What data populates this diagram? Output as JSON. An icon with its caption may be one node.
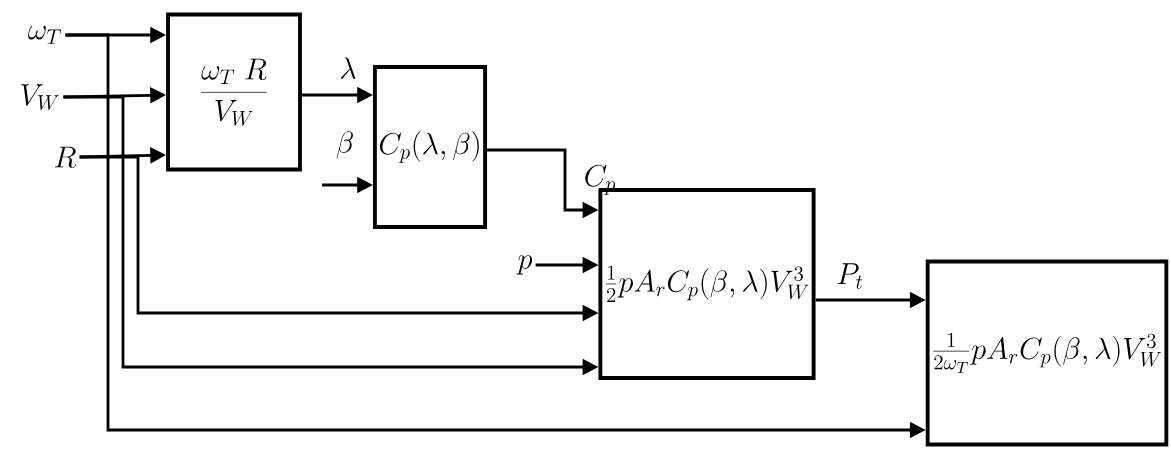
{
  "diagram": {
    "nodes": [
      {
        "text": [
          "\\omega_T"
        ]
      },
      {
        "text": [
          "V_W"
        ]
      },
      {
        "text": [
          "R"
        ]
      },
      {
        "text": [
          "\\frac{\\omega_T\\;R}{V_W}"
        ]
      },
      {
        "text": [
          "C_p(\\lambda,\\beta)"
        ]
      },
      {
        "text": [
          "p"
        ]
      },
      {
        "text": [
          "\\frac{1}{2}pA_rC_p(\\beta,\\lambda)V_W^3"
        ]
      },
      {
        "text": [
          "\\frac{1}{2\\omega_T}pA_rC_p(\\beta,\\lambda)V_W^3"
        ]
      }
    ],
    "edges": [
      {
        "from": 0,
        "to": 3,
        "arrow": "to"
      },
      {
        "from": 1,
        "to": 3,
        "arrow": "to"
      },
      {
        "from": 2,
        "to": 3,
        "arrow": "to"
      },
      {
        "from": 3,
        "to": 4,
        "arrow": "to",
        "label": "\\lambda"
      },
      {
        "from": null,
        "to": 4,
        "arrow": "to",
        "label": "\\beta"
      },
      {
        "from": 4,
        "to": 6,
        "arrow": "to",
        "label": "C_p"
      },
      {
        "from": 5,
        "to": 6,
        "arrow": "to"
      },
      {
        "from": 2,
        "to": 6,
        "arrow": "to"
      },
      {
        "from": 1,
        "to": 6,
        "arrow": "to"
      },
      {
        "from": 6,
        "to": 7,
        "arrow": "to",
        "label": "P_t"
      },
      {
        "from": 0,
        "to": 7,
        "arrow": "to"
      }
    ]
  }
}
